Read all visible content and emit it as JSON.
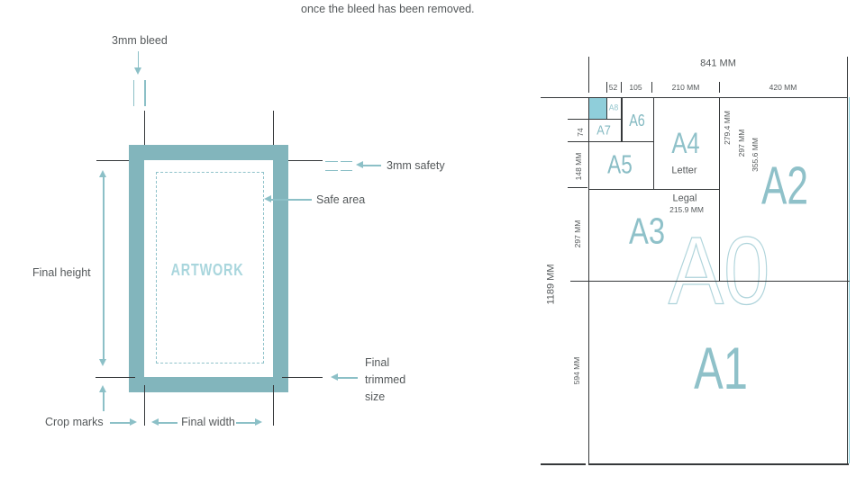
{
  "page": {
    "intro_text": "once the bleed has been removed."
  },
  "bleed_diagram": {
    "artwork_label": "ARTWORK",
    "bleed_label": "3mm bleed",
    "safety_label": "3mm safety",
    "safe_area_label": "Safe area",
    "final_height_label": "Final height",
    "final_width_label": "Final width",
    "crop_marks_label": "Crop marks",
    "trimmed_size_lines": [
      "Final",
      "trimmed",
      "size"
    ]
  },
  "paper_diagram": {
    "sheet_width_label": "841 MM",
    "sheet_height_label": "1189 MM",
    "top_dim_labels": [
      "52",
      "105",
      "210 MM",
      "420 MM"
    ],
    "side_dim_labels": [
      "74",
      "148 MM",
      "297 MM",
      "594 MM"
    ],
    "size_labels": {
      "a0": "A0",
      "a1": "A1",
      "a2": "A2",
      "a3": "A3",
      "a4": "A4",
      "a5": "A5",
      "a6": "A6",
      "a7": "A7",
      "a8": "A8"
    },
    "letter_label": "Letter",
    "legal_label": "Legal",
    "legal_width_label": "215.9 MM",
    "overlay_height_labels": [
      "279.4 MM",
      "297 MM",
      "355.6 MM"
    ]
  },
  "colors": {
    "bleed_frame": "#82B5BC",
    "accent": "#8CC0C7",
    "highlight_square": "#8FCEDA",
    "size_letters": "#8FC1C9",
    "outline_letter": "#AFD4DB",
    "text": "#54585A",
    "lines": "#35383A"
  }
}
